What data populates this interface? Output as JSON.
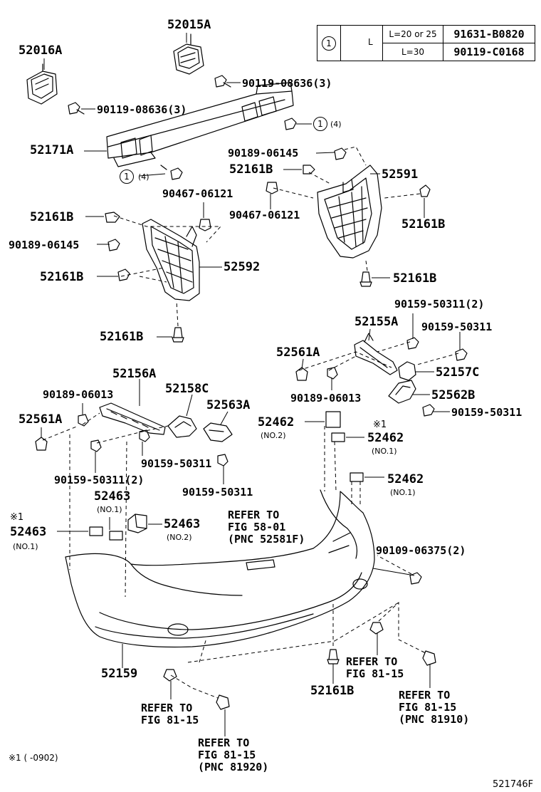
{
  "spec_table": {
    "ref": "1",
    "rows": [
      {
        "length": "L=20 or 25",
        "part": "91631-B0820"
      },
      {
        "length": "L=30",
        "part": "90119-C0168"
      }
    ],
    "dim_label": "L"
  },
  "labels": {
    "p52015A": "52015A",
    "p52016A": "52016A",
    "s9011908636a": "90119-08636(3)",
    "s9011908636b": "90119-08636(3)",
    "p52171A": "52171A",
    "q4a": "(4)",
    "q4b": "(4)",
    "c1a": "1",
    "c1b": "1",
    "s9018906145a": "90189-06145",
    "p52161B_1": "52161B",
    "p52591": "52591",
    "s9046706121a": "90467-06121",
    "s9046706121b": "90467-06121",
    "p52161B_2": "52161B",
    "p52161B_3": "52161B",
    "s9018906145b": "90189-06145",
    "p52161B_4": "52161B",
    "p52592": "52592",
    "p52161B_5": "52161B",
    "p52161B_6": "52161B",
    "s9015950311_2a": "90159-50311(2)",
    "p52155A": "52155A",
    "s9015950311a": "90159-50311",
    "p52561A_1": "52561A",
    "p52157C": "52157C",
    "s9018906013a": "90189-06013",
    "p52562B": "52562B",
    "s9015950311b": "90159-50311",
    "p52156A": "52156A",
    "s9018906013b": "90189-06013",
    "p52158C": "52158C",
    "p52563A": "52563A",
    "p52561A_2": "52561A",
    "s9015950311c": "90159-50311",
    "s9015950311_2b": "90159-50311(2)",
    "s9015950311d": "90159-50311",
    "p52462_a": "52462",
    "no2a": "(NO.2)",
    "mark1a": "※1",
    "p52462_b": "52462",
    "no1a": "(NO.1)",
    "p52462_c": "52462",
    "no1b": "(NO.1)",
    "p52463_a": "52463",
    "no1c": "(NO.1)",
    "p52463_b": "52463",
    "no2b": "(NO.2)",
    "mark1b": "※1",
    "p52463_c": "52463",
    "no1d": "(NO.1)",
    "s9010906375": "90109-06375(2)",
    "p52159": "52159",
    "p52161B_7": "52161B"
  },
  "refer_notes": {
    "fig5801": [
      "REFER TO",
      "FIG 58-01",
      "(PNC 52581F)"
    ],
    "fig8115a": [
      "REFER TO",
      "FIG 81-15"
    ],
    "fig8115b": [
      "REFER TO",
      "FIG 81-15",
      "(PNC 81910)"
    ],
    "fig8115c": [
      "REFER TO",
      "FIG 81-15"
    ],
    "fig8115d": [
      "REFER TO",
      "FIG 81-15",
      "(PNC 81920)"
    ]
  },
  "footnote": "※1 (     -0902)",
  "figure_code": "521746F"
}
